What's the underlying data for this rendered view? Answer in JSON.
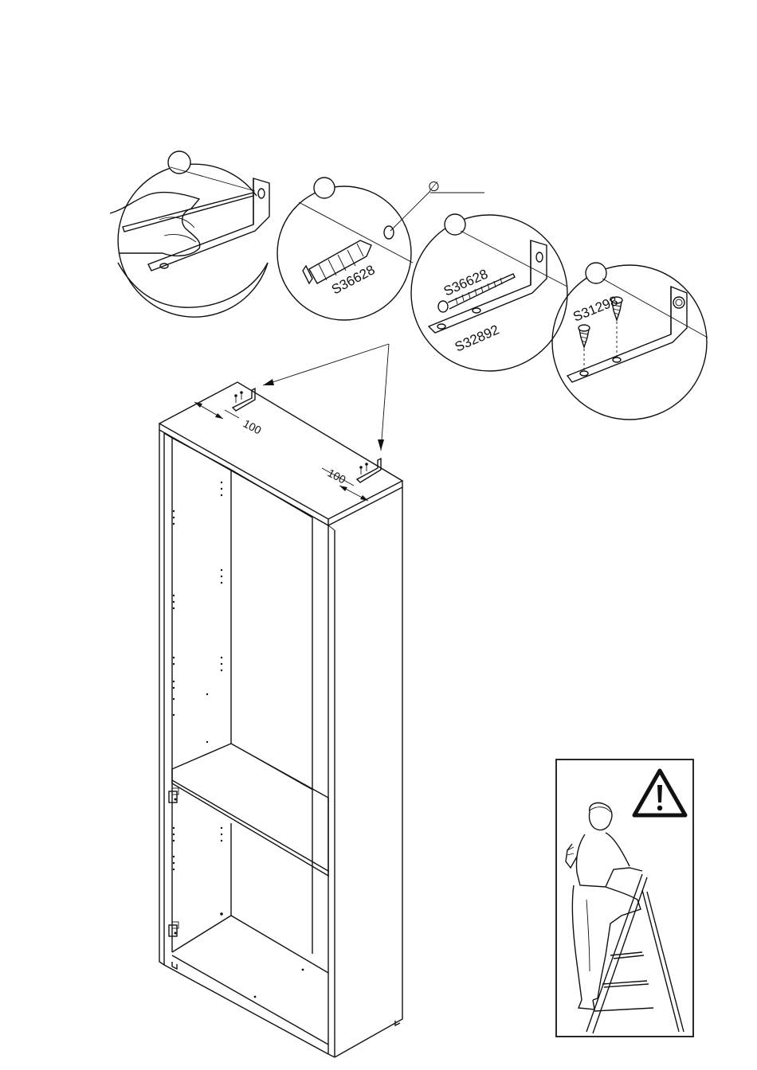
{
  "parts": {
    "wall_plug": "S36628",
    "long_screw": "S36628",
    "bracket": "S32892",
    "short_screw": "S31298"
  },
  "dimensions": {
    "left_offset": "100",
    "right_offset": "100"
  },
  "symbols": {
    "diameter": "∅"
  },
  "icons": {
    "warning": "warning-triangle-icon",
    "person_on_ladder": "person-on-stepladder-icon"
  }
}
